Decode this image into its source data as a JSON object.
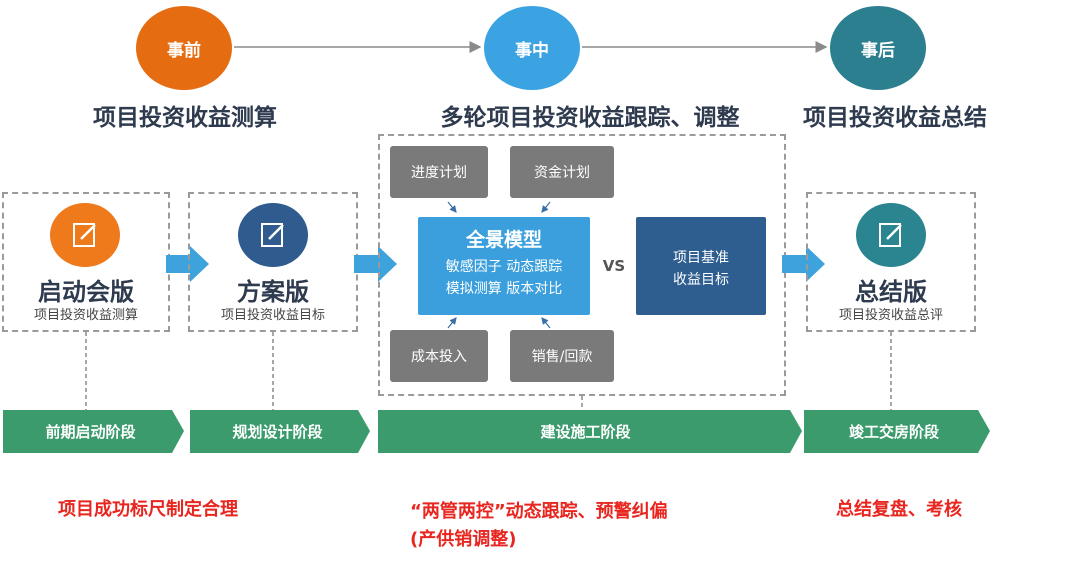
{
  "phases": [
    {
      "circle": "事前",
      "title": "项目投资收益测算",
      "color": "#e66c12"
    },
    {
      "circle": "事中",
      "title": "多轮项目投资收益跟踪、调整",
      "color": "#3ba3e1"
    },
    {
      "circle": "事后",
      "title": "项目投资收益总结",
      "color": "#2c7f8f"
    }
  ],
  "versions": [
    {
      "title": "启动会版",
      "subtitle": "项目投资收益测算",
      "icon": "edit-icon",
      "color": "#ee7a1c"
    },
    {
      "title": "方案版",
      "subtitle": "项目投资收益目标",
      "icon": "edit-icon",
      "color": "#2f5b8f"
    },
    {
      "title": "总结版",
      "subtitle": "项目投资收益总评",
      "icon": "edit-icon",
      "color": "#2a8590"
    }
  ],
  "model": {
    "inputs_top": [
      "进度计划",
      "资金计划"
    ],
    "inputs_bottom": [
      "成本投入",
      "销售/回款"
    ],
    "title": "全景模型",
    "line1": "敏感因子 动态跟踪",
    "line2": "模拟测算 版本对比",
    "vs": "VS",
    "benchmark_line1": "项目基准",
    "benchmark_line2": "收益目标"
  },
  "stages": [
    "前期启动阶段",
    "规划设计阶段",
    "建设施工阶段",
    "竣工交房阶段"
  ],
  "notes": {
    "left": "项目成功标尺制定合理",
    "middle_line1": "“两管两控”动态跟踪、预警纠偏",
    "middle_line2": "(产供销调整)",
    "right": "总结复盘、考核"
  },
  "colors": {
    "stage_green": "#3b9b6c",
    "arrow_blue": "#3ea3dc",
    "model_blue": "#3a9fdc",
    "benchmark_navy": "#2e5d90",
    "red_text": "#e8261f"
  }
}
